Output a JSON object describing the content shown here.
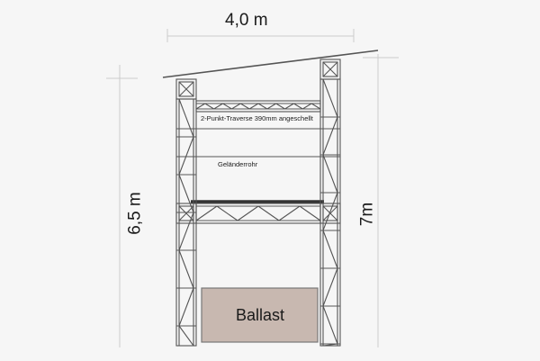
{
  "dimensions": {
    "width": "4,0 m",
    "height_left": "6,5 m",
    "height_right": "7m"
  },
  "annotations": {
    "traverse": "2-Punkt-Traverse 390mm angeschellt",
    "railing": "Geländerrohr"
  },
  "ballast": {
    "label": "Ballast",
    "fill_color": "#c8b8b0"
  },
  "colors": {
    "background": "#f6f6f6",
    "truss": "#555555",
    "dimension_lines": "#cccccc",
    "roof_line": "#555555",
    "railing_pipe": "#333333"
  }
}
